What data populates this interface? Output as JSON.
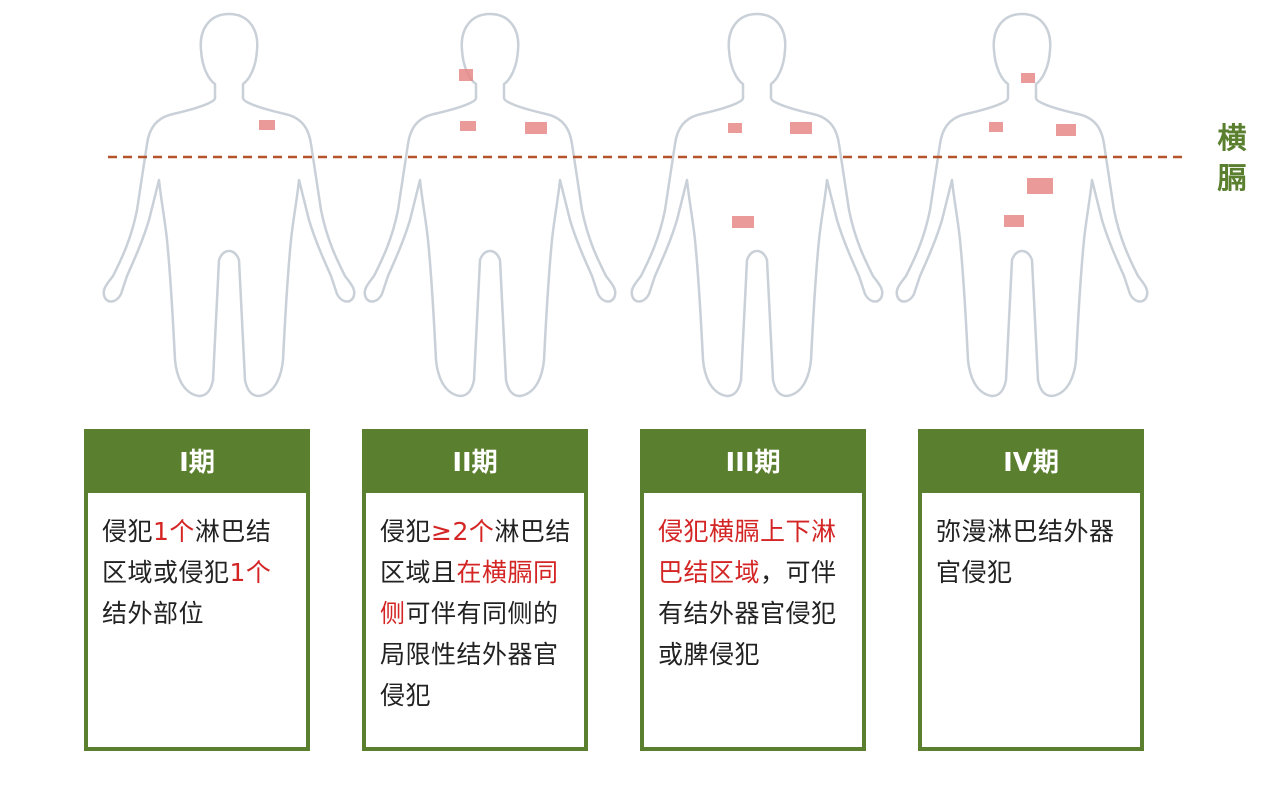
{
  "diaphragm_label": "横膈",
  "colors": {
    "accent_green": "#5a7f2e",
    "highlight_red": "#d42525",
    "dashed_line": "#b5532a",
    "body_outline": "#c9d0d8",
    "lesion_fill": "#e88888"
  },
  "figures": [
    {
      "name": "stage-1-figure",
      "lesions": 1
    },
    {
      "name": "stage-2-figure",
      "lesions": 3
    },
    {
      "name": "stage-3-figure",
      "lesions": 3
    },
    {
      "name": "stage-4-figure",
      "lesions": 5
    }
  ],
  "stages": [
    {
      "title": "I期",
      "segments": [
        {
          "text": "侵犯",
          "hl": false
        },
        {
          "text": "1个",
          "hl": true
        },
        {
          "text": "淋巴结区域或侵犯",
          "hl": false
        },
        {
          "text": "1个",
          "hl": true
        },
        {
          "text": "结外部位",
          "hl": false
        }
      ]
    },
    {
      "title": "II期",
      "segments": [
        {
          "text": "侵犯",
          "hl": false
        },
        {
          "text": "≥2个",
          "hl": true
        },
        {
          "text": "淋巴结区域且",
          "hl": false
        },
        {
          "text": "在横膈同侧",
          "hl": true
        },
        {
          "text": "可伴有同侧的局限性结外器官侵犯",
          "hl": false
        }
      ]
    },
    {
      "title": "III期",
      "segments": [
        {
          "text": "侵犯横膈上下淋巴结区域",
          "hl": true
        },
        {
          "text": "，可伴有结外器官侵犯或脾侵犯",
          "hl": false
        }
      ]
    },
    {
      "title": "IV期",
      "segments": [
        {
          "text": "弥漫淋巴结外器官侵犯",
          "hl": false
        }
      ]
    }
  ]
}
